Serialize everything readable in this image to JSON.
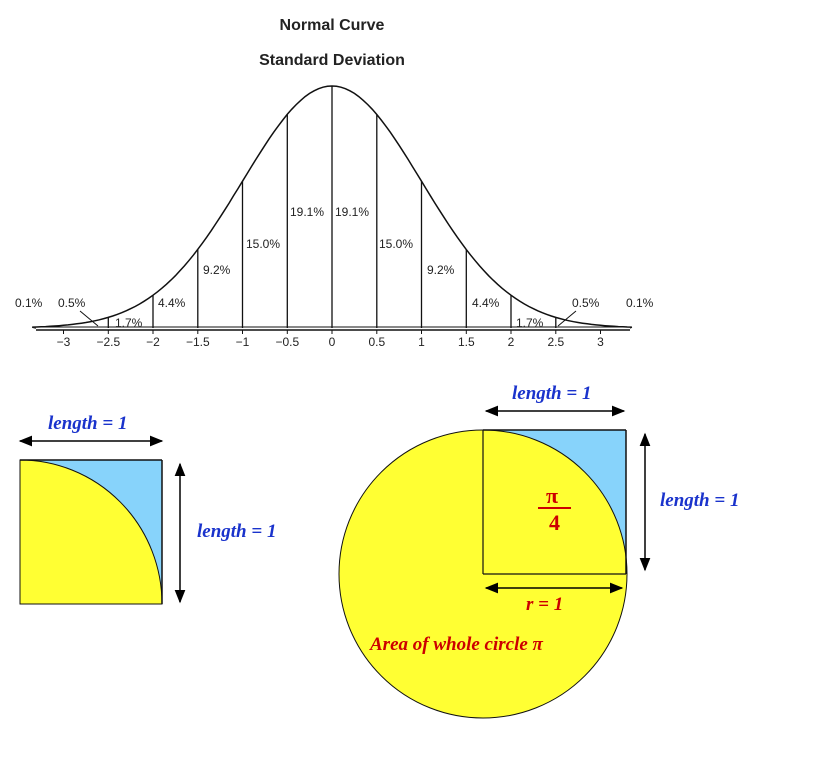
{
  "normal_curve": {
    "title": "Normal Curve",
    "subtitle": "Standard Deviation",
    "ticks": [
      "−3",
      "−2.5",
      "−2",
      "−1.5",
      "−1",
      "−0.5",
      "0",
      "0.5",
      "1",
      "1.5",
      "2",
      "2.5",
      "3"
    ],
    "percent_labels": {
      "left_tail_outer": "0.1%",
      "left_tail_inner": "0.5%",
      "left_1_7": "1.7%",
      "left_4_4": "4.4%",
      "left_9_2": "9.2%",
      "left_15_0": "15.0%",
      "left_19_1": "19.1%",
      "right_19_1": "19.1%",
      "right_15_0": "15.0%",
      "right_9_2": "9.2%",
      "right_4_4": "4.4%",
      "right_1_7": "1.7%",
      "right_tail_inner": "0.5%",
      "right_tail_outer": "0.1%"
    }
  },
  "quarter_square": {
    "top_label": "length = 1",
    "side_label": "length = 1"
  },
  "circle_figure": {
    "top_label": "length = 1",
    "side_label": "length = 1",
    "pi_numerator": "π",
    "pi_denominator": "4",
    "radius_label": "r = 1",
    "area_label": "Area of whole circle π"
  },
  "colors": {
    "yellow": "#ffff33",
    "light_blue": "#87d3fb",
    "label_blue": "#1a33cc",
    "label_red": "#cc0000"
  }
}
